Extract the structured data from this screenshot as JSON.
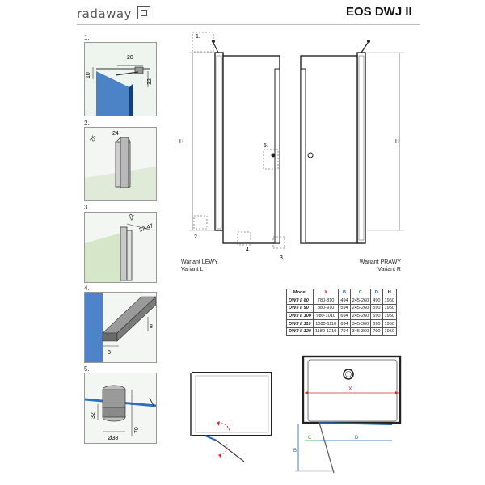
{
  "header": {
    "logo_text": "radaway",
    "model_title": "EOS DWJ II"
  },
  "details": [
    {
      "num": "1.",
      "labels": [
        "20",
        "10",
        "32"
      ]
    },
    {
      "num": "2.",
      "labels": [
        "24",
        "25"
      ]
    },
    {
      "num": "3.",
      "labels": [
        "22",
        "32-47"
      ]
    },
    {
      "num": "4.",
      "labels": [
        "8",
        "8"
      ]
    },
    {
      "num": "5.",
      "labels": [
        "32",
        "Ø38",
        "70"
      ]
    }
  ],
  "elevation": {
    "height_label": "H",
    "callouts": [
      "1.",
      "2.",
      "3.",
      "4.",
      "5."
    ]
  },
  "variants": {
    "left_line1": "Wariant LEWY",
    "left_line2": "Variant L",
    "right_line1": "Wariant PRAWY",
    "right_line2": "Variant R"
  },
  "table": {
    "headers": [
      "Model",
      "X",
      "B",
      "C",
      "D",
      "H"
    ],
    "header_colors": [
      "#222222",
      "#d9262b",
      "#1f5fb0",
      "#2e9a3c",
      "#1f5fb0",
      "#222222"
    ],
    "rows": [
      [
        "DWJ II 80",
        "780-810",
        "494",
        "245-260",
        "490",
        "1950"
      ],
      [
        "DWJ II 90",
        "880-910",
        "594",
        "245-260",
        "590",
        "1950"
      ],
      [
        "DWJ II 100",
        "980-1010",
        "694",
        "245-260",
        "690",
        "1950"
      ],
      [
        "DWJ II 110",
        "1080-1110",
        "694",
        "345-360",
        "690",
        "1950"
      ],
      [
        "DWJ II 120",
        "1180-1210",
        "794",
        "345-360",
        "790",
        "1950"
      ]
    ]
  },
  "plan": {
    "x_label": "X",
    "c_label": "C",
    "d_label": "D",
    "b_label": "B"
  },
  "colors": {
    "red": "#d9262b",
    "blue": "#1f5fb0",
    "green": "#2e9a3c",
    "glass": "#3b7fc4"
  }
}
